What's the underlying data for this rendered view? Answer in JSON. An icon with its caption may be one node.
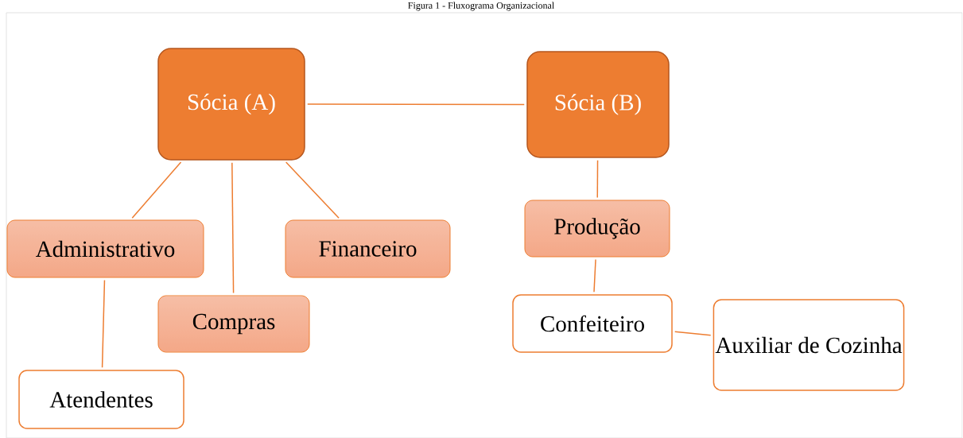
{
  "diagram": {
    "title": "Figura 1 - Fluxograma Organizacional",
    "nodes": [
      {
        "text": [
          "Sócia (A)"
        ]
      },
      {
        "text": [
          "Sócia (B)"
        ]
      },
      {
        "text": [
          "Administrativo"
        ]
      },
      {
        "text": [
          "Compras"
        ]
      },
      {
        "text": [
          "Financeiro"
        ]
      },
      {
        "text": [
          "Produção"
        ]
      },
      {
        "text": [
          "Atendentes"
        ]
      },
      {
        "text": [
          "Confeiteiro"
        ]
      },
      {
        "text": [
          "Auxiliar de Cozinha"
        ]
      }
    ],
    "edges": [
      {
        "from": 0,
        "to": 1,
        "arrow": "none"
      },
      {
        "from": 0,
        "to": 2,
        "arrow": "none"
      },
      {
        "from": 0,
        "to": 3,
        "arrow": "none"
      },
      {
        "from": 0,
        "to": 4,
        "arrow": "none"
      },
      {
        "from": 1,
        "to": 5,
        "arrow": "none"
      },
      {
        "from": 2,
        "to": 6,
        "arrow": "none"
      },
      {
        "from": 5,
        "to": 7,
        "arrow": "none"
      },
      {
        "from": 7,
        "to": 8,
        "arrow": "none"
      }
    ]
  }
}
